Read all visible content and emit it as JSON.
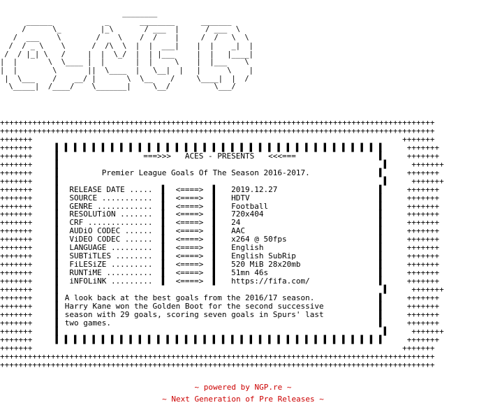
{
  "nfo": {
    "logo_art": "                            ________\n      ______            _       ________      _______\n     /      \\_         |_\\       / ___  |      / ___  \\ \n   /  ___    \\        /    \\    /  /    |     /  /   \\  \\\n  /  / _ \\    \\      /  /\\  \\  |  |  ___|    |  |    _|  |\n /  / |_| \\   /     |  |  \\_/  |  | |___     |  |   |____|\n|  |       \\  \\____ |  |       |  |     \\    |  |___    \\\n|  |        \\       ||  \\____  |   \\__|  |   |      \\    |\n |  \\___    /    __/ |       \\  \\__    /     \\____|  |  /\n  \\_____|  /____/    \\_______|     \\__/          \\___/\n",
    "info_block": "++++++++++++++++++++++++++++++++++++++++++++++++++++++++++++++++++++++++++++++++++++++++++++++\n++++++++++++++++++++++++++++++++++++++++++++++++++++++++++++++++++++++++++++++++++++++++++++++\n+++++++                                                                                +++++++\n+++++++     ▌ ▌ ▌ ▌ ▌ ▌ ▌ ▌ ▌ ▌ ▌ ▌ ▌ ▌ ▌ ▌ ▌ ▌ ▌ ▌ ▌ ▌ ▌ ▌ ▌ ▌ ▌ ▌ ▌ ▌ ▌ ▌ ▌ ▌ ▌ ▌     +++++++\n+++++++     ▌                  ===>>>   ACES - PRESENTS   <<<===                  ▌     +++++++\n+++++++     ▌                                                                      ▌     +++++++\n+++++++     ▌         Premier League Goals Of The Season 2016-2017.               ▌     +++++++\n+++++++     ▌                                                                      ▌     +++++++\n+++++++     ▌  RELEASE DATE .....  ▌  <====>  ▌   2019.12.27                      ▌     +++++++\n+++++++     ▌  SOURCE ...........  ▌  <====>  ▌   HDTV                            ▌     +++++++\n+++++++     ▌  GENRE ............  ▌  <====>  ▌   Football                        ▌     +++++++\n+++++++     ▌  RESOLUTiON .......  ▌  <====>  ▌   720x404                         ▌     +++++++\n+++++++     ▌  CRF ..............  ▌  <====>  ▌   24                              ▌     +++++++\n+++++++     ▌  AUDiO CODEC ......  ▌  <====>  ▌   AAC                             ▌     +++++++\n+++++++     ▌  ViDEO CODEC ......  ▌  <====>  ▌   x264 @ 50fps                    ▌     +++++++\n+++++++     ▌  LANGUAGE .........  ▌  <====>  ▌   English                         ▌     +++++++\n+++++++     ▌  SUBTiTLES ........  ▌  <====>  ▌   English SubRip                  ▌     +++++++\n+++++++     ▌  FiLESiZE .........  ▌  <====>  ▌   520 MiB 28x20mb                 ▌     +++++++\n+++++++     ▌  RUNTiME ..........  ▌  <====>  ▌   51mn 46s                        ▌     +++++++\n+++++++     ▌  iNFOLiNK .........  ▌  <====>  ▌   https://fifa.com/               ▌     +++++++\n+++++++     ▌                                                                      ▌     +++++++\n+++++++     ▌ A look back at the best goals from the 2016/17 season.              ▌     +++++++\n+++++++     ▌ Harry Kane won the Golden Boot for the second successive            ▌     +++++++\n+++++++     ▌ season with 29 goals, scoring seven goals in Spurs' last            ▌     +++++++\n+++++++     ▌ two games.                                                          ▌     +++++++\n+++++++     ▌                                                                      ▌     +++++++\n+++++++     ▌ ▌ ▌ ▌ ▌ ▌ ▌ ▌ ▌ ▌ ▌ ▌ ▌ ▌ ▌ ▌ ▌ ▌ ▌ ▌ ▌ ▌ ▌ ▌ ▌ ▌ ▌ ▌ ▌ ▌ ▌ ▌ ▌ ▌ ▌ ▌     +++++++\n+++++++                                                                                +++++++\n++++++++++++++++++++++++++++++++++++++++++++++++++++++++++++++++++++++++++++++++++++++++++++++\n++++++++++++++++++++++++++++++++++++++++++++++++++++++++++++++++++++++++++++++++++++++++++++++"
  },
  "footer": {
    "line1": "~ powered by NGP.re ~",
    "line2": "~ Next Generation of Pre Releases ~"
  },
  "colors": {
    "text": "#000000",
    "footer": "#cc0000",
    "background": "#ffffff"
  }
}
